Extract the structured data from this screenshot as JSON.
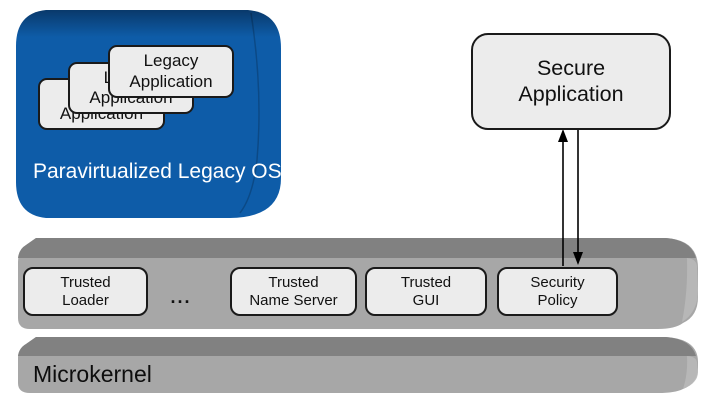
{
  "colors": {
    "blue_main": "#0e5ca8",
    "blue_bevel": "#09396b",
    "slab_main": "#a7a7a7",
    "slab_top": "#818181",
    "slab_side": "#b9b9b9",
    "card_fill": "#ececec",
    "card_border": "#1a1a1a",
    "arrow": "#000000",
    "os_label_text": "#ffffff"
  },
  "legacy_os": {
    "label": "Paravirtualized Legacy OS",
    "applications": [
      {
        "label": "Legacy\nApplication"
      },
      {
        "label": "Legacy\nApplication"
      },
      {
        "label": "Legacy\nApplication"
      }
    ]
  },
  "secure_application": {
    "label": "Secure\nApplication"
  },
  "trusted_services": {
    "ellipsis": "...",
    "items": [
      {
        "label": "Trusted\nLoader"
      },
      {
        "label": "Trusted\nName Server"
      },
      {
        "label": "Trusted\nGUI"
      },
      {
        "label": "Security\nPolicy"
      }
    ]
  },
  "microkernel": {
    "label": "Microkernel"
  }
}
